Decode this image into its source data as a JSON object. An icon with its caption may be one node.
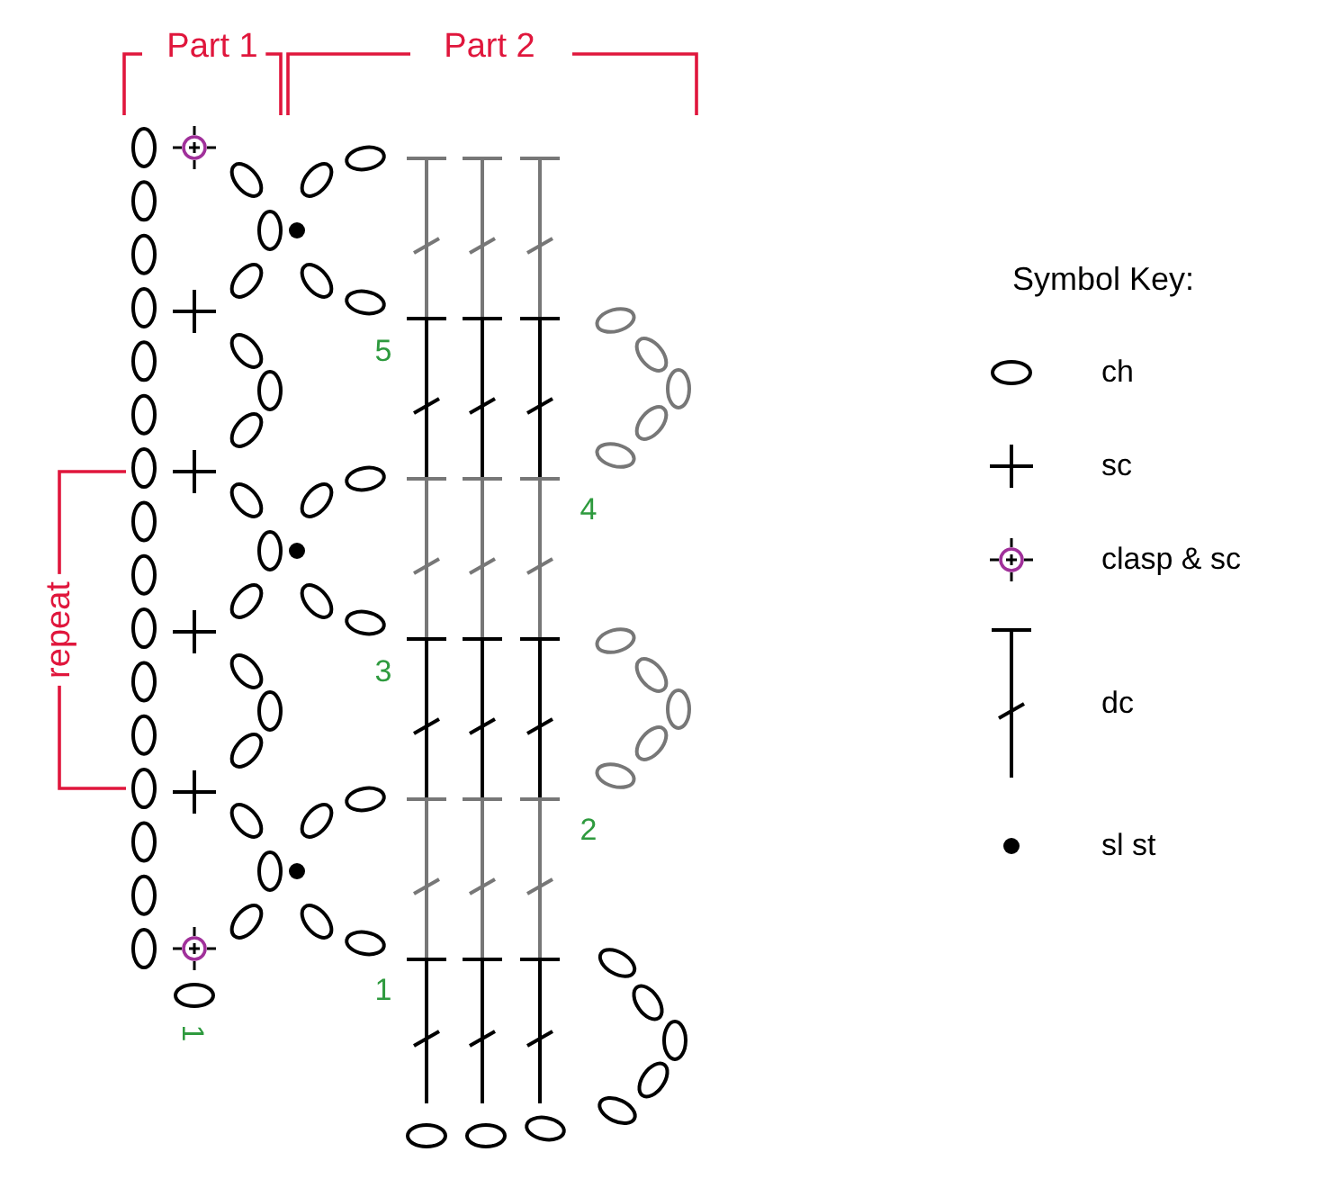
{
  "diagram": {
    "labels": [
      "Part 1",
      "Part 2",
      "repeat",
      "5",
      "4",
      "3",
      "2",
      "1",
      "1",
      "Symbol Key:"
    ],
    "legend": [
      {
        "text": "ch"
      },
      {
        "text": "sc"
      },
      {
        "text": "clasp & sc"
      },
      {
        "text": "dc"
      },
      {
        "text": "sl st"
      }
    ]
  }
}
